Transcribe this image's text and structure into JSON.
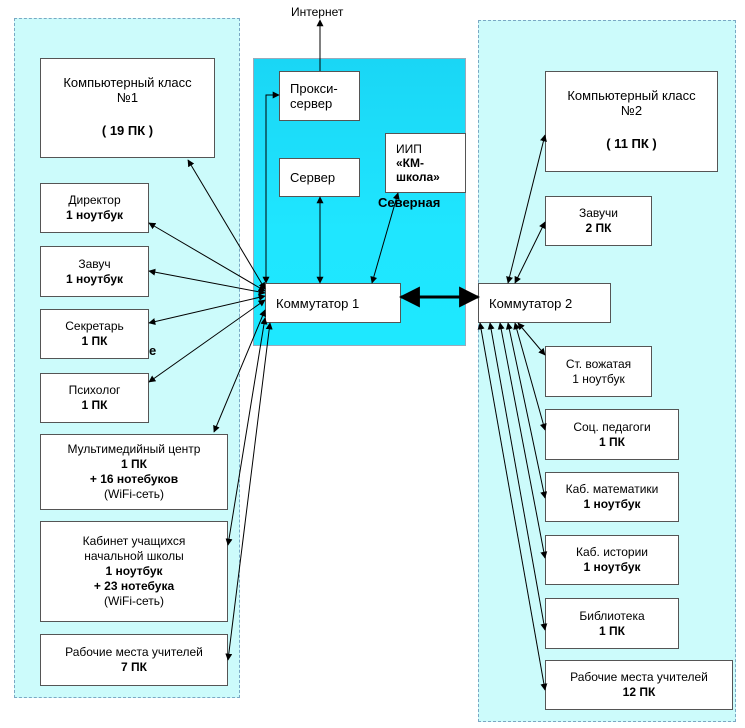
{
  "internet_label": "Интернет",
  "north_label": "Северная",
  "left_zone_fragment": "ие",
  "proxy": {
    "line1": "Прокси-",
    "line2": "сервер"
  },
  "server": "Сервер",
  "iip": {
    "line1": "ИИП",
    "line2": "«КМ-",
    "line3": "школа»"
  },
  "switch1": "Коммутатор 1",
  "switch2": "Коммутатор 2",
  "left_nodes": [
    {
      "id": "class1",
      "title": "Компьютерный класс",
      "title2": "№1",
      "detail": "( 19 ПК )"
    },
    {
      "id": "director",
      "title": "Директор",
      "detail": "1 ноутбук"
    },
    {
      "id": "zavuch",
      "title": "Завуч",
      "detail": "1 ноутбук"
    },
    {
      "id": "secretary",
      "title": "Секретарь",
      "detail": "1 ПК"
    },
    {
      "id": "psychologist",
      "title": "Психолог",
      "detail": "1 ПК"
    },
    {
      "id": "multimedia",
      "title": "Мультимедийный центр",
      "detail": "1 ПК",
      "detail2": "+ 16 нотебуков",
      "detail3": "(WiFi-сеть)"
    },
    {
      "id": "primary",
      "title": "Кабинет учащихся",
      "title2": "начальной школы",
      "detail": "1 ноутбук",
      "detail2": "+ 23 нотебука",
      "detail3": "(WiFi-сеть)"
    },
    {
      "id": "teachers1",
      "title": "Рабочие места учителей",
      "detail": "7 ПК"
    }
  ],
  "right_nodes": [
    {
      "id": "class2",
      "title": "Компьютерный класс",
      "title2": "№2",
      "detail": "( 11 ПК )"
    },
    {
      "id": "zavuchi",
      "title": "Завучи",
      "detail": "2 ПК"
    },
    {
      "id": "vozhataya",
      "title": "Ст. вожатая",
      "detail": "1 ноутбук"
    },
    {
      "id": "socped",
      "title": "Соц. педагоги",
      "detail": "1 ПК"
    },
    {
      "id": "math",
      "title": "Каб. математики",
      "detail": "1 ноутбук"
    },
    {
      "id": "history",
      "title": "Каб. истории",
      "detail": "1 ноутбук"
    },
    {
      "id": "library",
      "title": "Библиотека",
      "detail": "1 ПК"
    },
    {
      "id": "teachers2",
      "title": "Рабочие места учителей",
      "detail": "12 ПК"
    }
  ]
}
